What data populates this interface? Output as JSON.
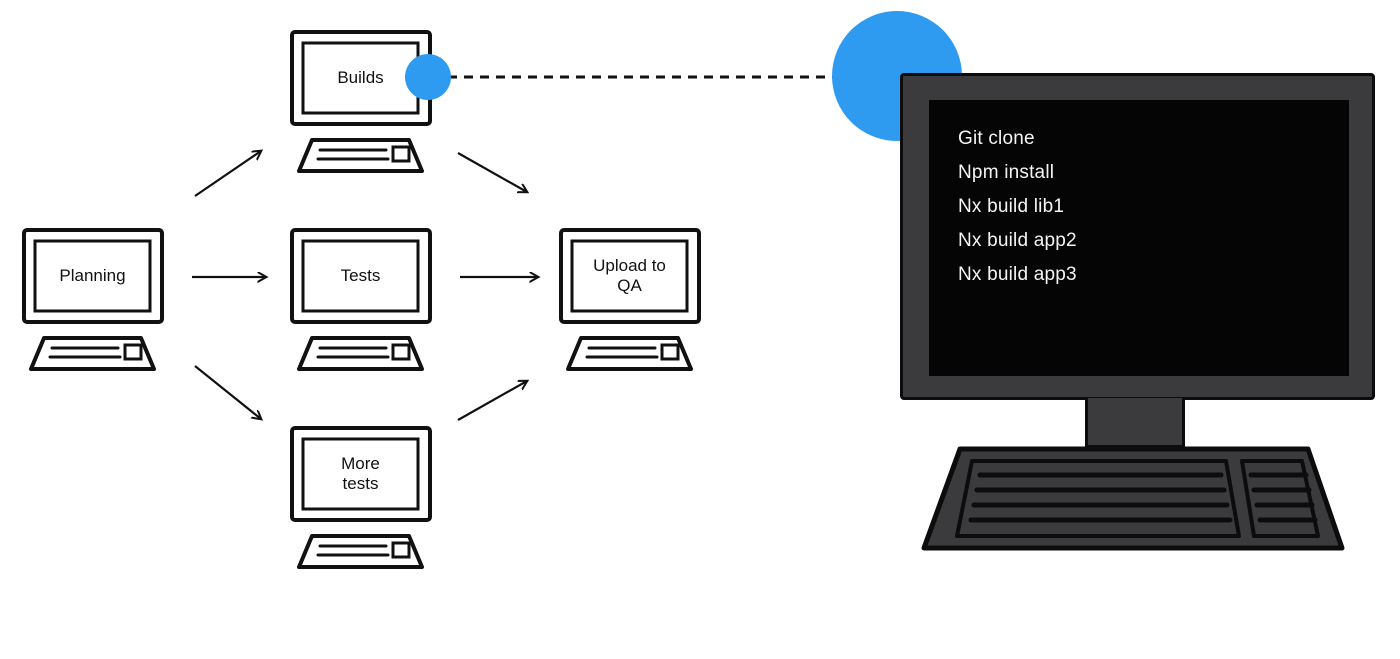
{
  "diagram": {
    "title": "CI pipeline diagram with terminal zoom",
    "nodes": [
      {
        "id": "planning",
        "label": "Planning"
      },
      {
        "id": "builds",
        "label": "Builds"
      },
      {
        "id": "tests",
        "label": "Tests"
      },
      {
        "id": "more-tests",
        "label": "More tests"
      },
      {
        "id": "upload-qa",
        "label": "Upload to QA"
      }
    ],
    "edges": [
      {
        "from": "planning",
        "to": "builds",
        "style": "solid-arrow"
      },
      {
        "from": "planning",
        "to": "tests",
        "style": "solid-arrow"
      },
      {
        "from": "planning",
        "to": "more-tests",
        "style": "solid-arrow"
      },
      {
        "from": "builds",
        "to": "upload-qa",
        "style": "solid-arrow"
      },
      {
        "from": "tests",
        "to": "upload-qa",
        "style": "solid-arrow"
      },
      {
        "from": "more-tests",
        "to": "upload-qa",
        "style": "solid-arrow"
      },
      {
        "from": "builds",
        "to": "terminal-monitor",
        "style": "dashed-zoom-link"
      }
    ]
  },
  "terminal": {
    "lines": [
      "Git clone",
      "Npm install",
      "Nx build lib1",
      "Nx build app2",
      "Nx build app3"
    ]
  },
  "colors": {
    "accent_blue": "#2E9BF0",
    "monitor_gray": "#3B3B3D",
    "screen_black": "#050505",
    "line_black": "#111111"
  }
}
